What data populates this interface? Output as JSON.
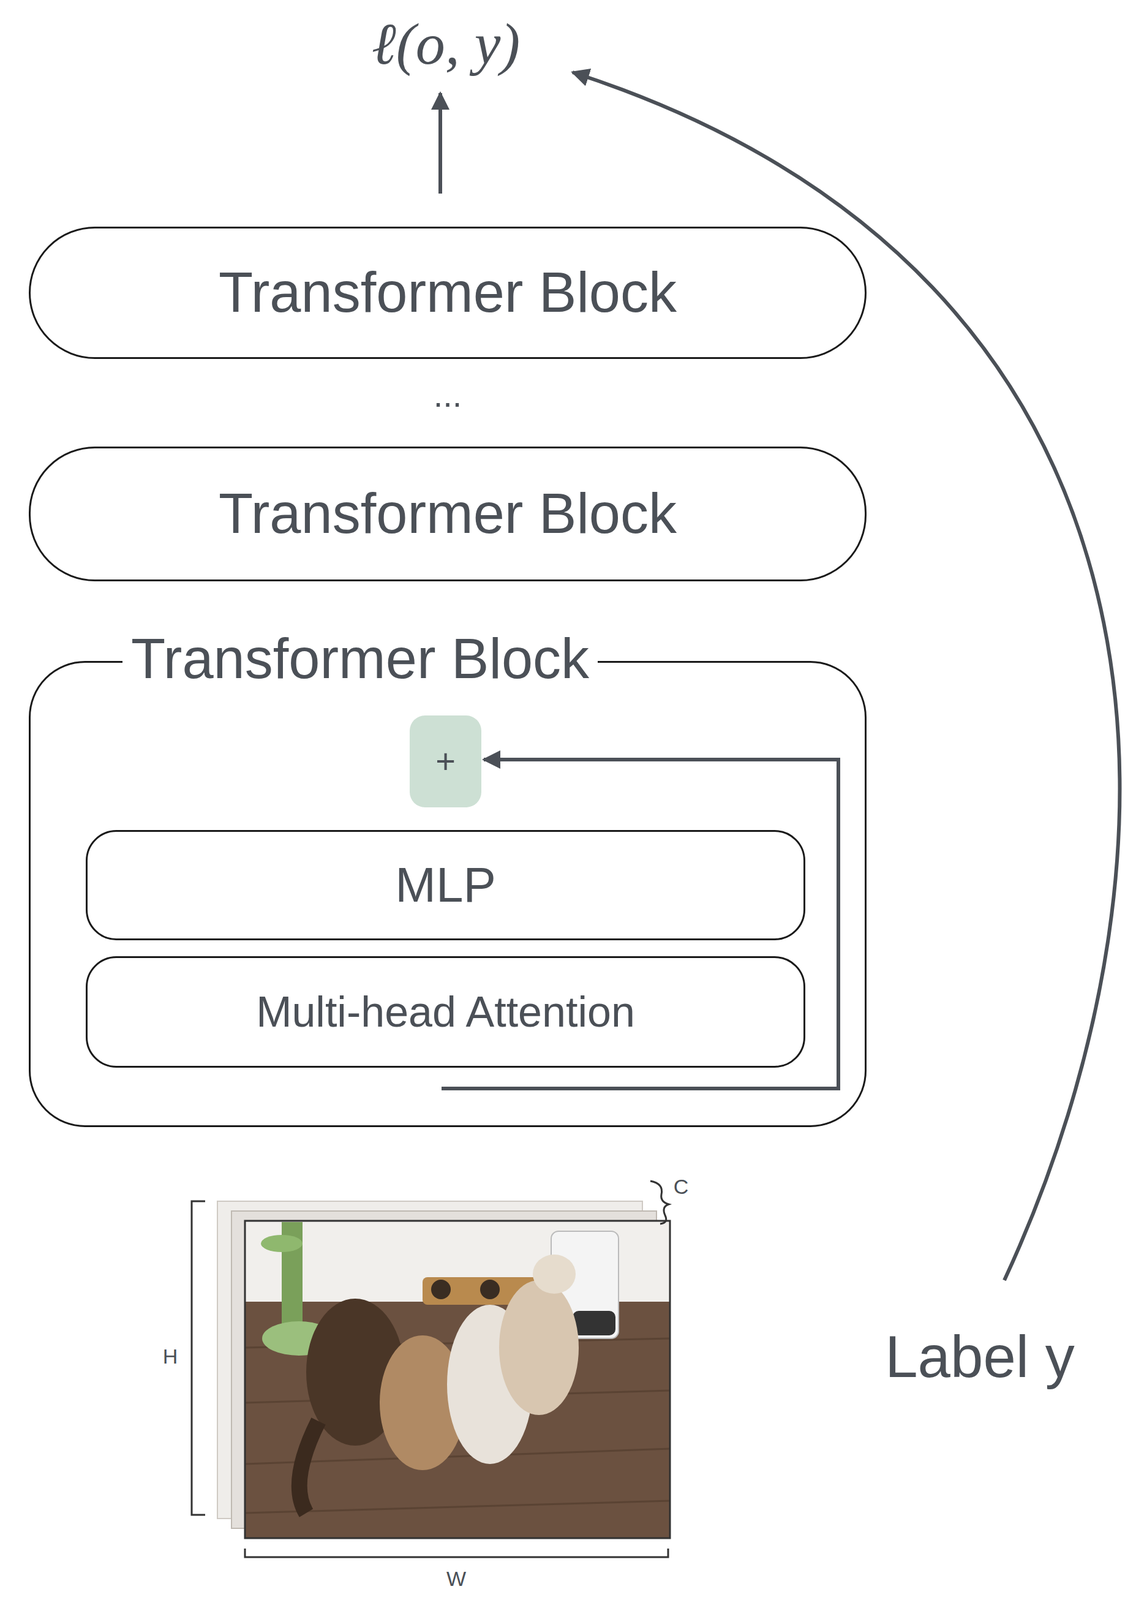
{
  "diagram": {
    "nodes": [
      {
        "text": [
          "Transformer Block"
        ]
      },
      {
        "text": [
          "Transformer Block"
        ]
      },
      {
        "text": [
          "Transformer Block"
        ]
      },
      {
        "text": [
          "+"
        ],
        "in": 2
      },
      {
        "text": [
          "MLP"
        ],
        "in": 2
      },
      {
        "text": [
          "Multi-head Attention"
        ],
        "in": 2
      }
    ],
    "labels": [
      "ℓ(o, y)",
      "...",
      "Label y",
      "H",
      "W",
      "C"
    ]
  }
}
